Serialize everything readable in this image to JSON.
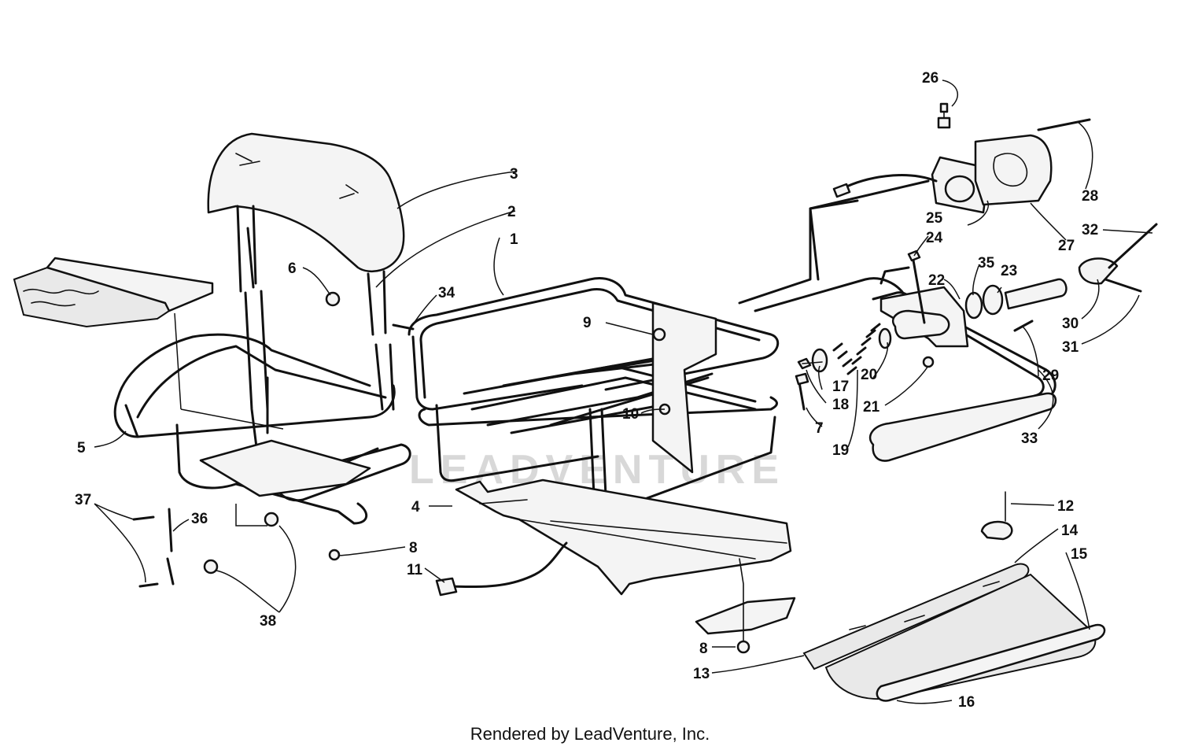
{
  "watermark": "LEADVENTURE",
  "footer": "Rendered by LeadVenture, Inc.",
  "callouts": {
    "c1": "1",
    "c2": "2",
    "c3": "3",
    "c4": "4",
    "c5": "5",
    "c6": "6",
    "c7": "7",
    "c8a": "8",
    "c8b": "8",
    "c9": "9",
    "c10": "10",
    "c11": "11",
    "c12": "12",
    "c13": "13",
    "c14": "14",
    "c15": "15",
    "c16": "16",
    "c17": "17",
    "c18": "18",
    "c19": "19",
    "c20": "20",
    "c21": "21",
    "c22": "22",
    "c23": "23",
    "c24": "24",
    "c25": "25",
    "c26": "26",
    "c27": "27",
    "c28": "28",
    "c29": "29",
    "c30": "30",
    "c31": "31",
    "c32": "32",
    "c33": "33",
    "c34": "34",
    "c35": "35",
    "c36": "36",
    "c37": "37",
    "c38": "38"
  }
}
